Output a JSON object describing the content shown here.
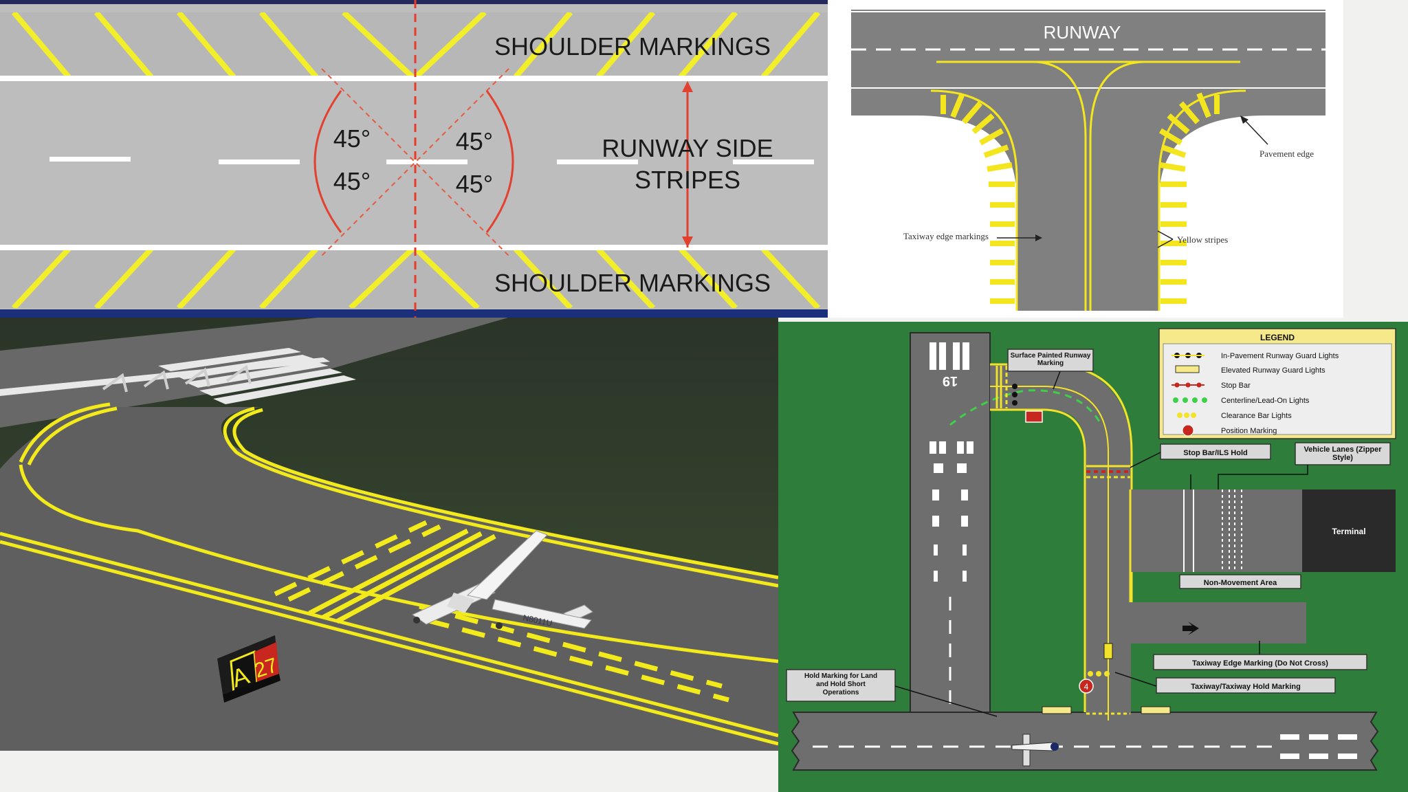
{
  "shoulder_diagram": {
    "shoulder_top": "SHOULDER MARKINGS",
    "shoulder_bottom": "SHOULDER MARKINGS",
    "angle_1": "45°",
    "angle_2": "45°",
    "angle_3": "45°",
    "angle_4": "45°",
    "side_stripes_line1": "RUNWAY SIDE",
    "side_stripes_line2": "STRIPES"
  },
  "taxiway_edge_diagram": {
    "runway_label": "RUNWAY",
    "pavement_edge": "Pavement edge",
    "taxiway_edge_markings": "Taxiway edge markings",
    "yellow_stripes": "Yellow stripes"
  },
  "sim_scene": {
    "sign_location": "A",
    "sign_runway": "27",
    "aircraft_registration": "N8011U"
  },
  "airport_marking_diagram": {
    "runway_number": "19",
    "surface_painted": "Surface Painted Runway Marking",
    "stop_bar_ils": "Stop Bar/ILS Hold",
    "vehicle_lanes": "Vehicle Lanes (Zipper Style)",
    "terminal": "Terminal",
    "non_movement": "Non-Movement Area",
    "taxiway_edge": "Taxiway Edge Marking (Do Not Cross)",
    "taxiway_hold": "Taxiway/Taxiway Hold Marking",
    "lahso": "Hold Marking for Land and Hold Short Operations",
    "position_marking_sign": "4",
    "legend": {
      "title": "LEGEND",
      "items": [
        "In-Pavement Runway Guard Lights",
        "Elevated Runway Guard Lights",
        "Stop Bar",
        "Centerline/Lead-On Lights",
        "Clearance Bar Lights",
        "Position Marking"
      ]
    },
    "colors": {
      "grass": "#2f7d3b",
      "pavement": "#6e6e6e",
      "marking": "#f2e32a",
      "legend_bg": "#f6e98a"
    }
  }
}
